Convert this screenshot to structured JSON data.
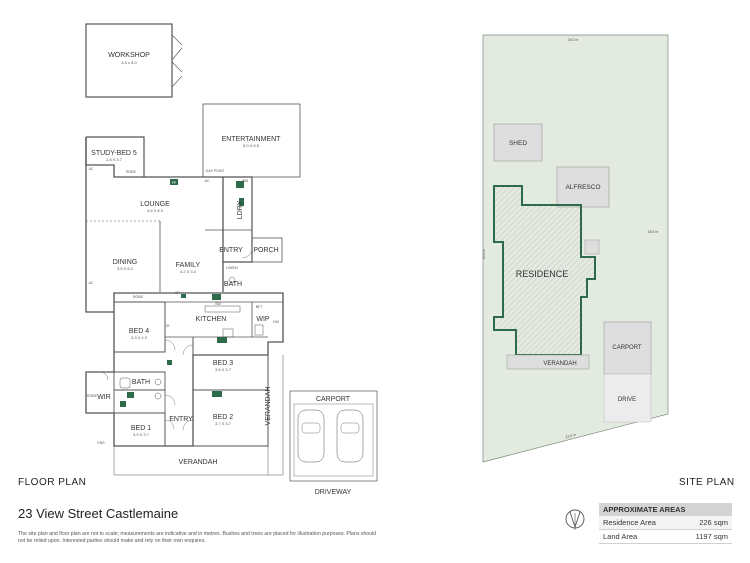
{
  "floor_plan": {
    "title": "FLOOR PLAN",
    "rooms": {
      "workshop": {
        "label": "WORKSHOP",
        "dim": "4.5 x 6.0"
      },
      "entertainment": {
        "label": "ENTERTAINMENT",
        "dim": "5.0 X 6.5"
      },
      "study": {
        "label": "STUDY-BED 5",
        "dim": "2.8 X 3.7"
      },
      "lounge": {
        "label": "LOUNGE",
        "dim": "4.6 X 6.0"
      },
      "dining": {
        "label": "DINING",
        "dim": "3.5 X 5.2"
      },
      "family": {
        "label": "FAMILY",
        "dim": "4.2 X 3.4"
      },
      "entry_top": {
        "label": "ENTRY"
      },
      "porch": {
        "label": "PORCH"
      },
      "lndry": {
        "label": "LDRY"
      },
      "linen": {
        "label": "LINEN"
      },
      "bath_top": {
        "label": "BATH"
      },
      "kitchen": {
        "label": "KITCHEN"
      },
      "wip": {
        "label": "WIP"
      },
      "bed4": {
        "label": "BED 4",
        "dim": "3.3 X 4.2"
      },
      "bed3": {
        "label": "BED 3",
        "dim": "3.8 X 3.7"
      },
      "bath_bottom": {
        "label": "BATH"
      },
      "wir": {
        "label": "WIR"
      },
      "bed2": {
        "label": "BED 2",
        "dim": "3.7 X 3.7"
      },
      "bed1": {
        "label": "BED 1",
        "dim": "3.9 X 3.7"
      },
      "entry_bottom": {
        "label": "ENTRY"
      },
      "verandah_bottom": {
        "label": "VERANDAH"
      },
      "verandah_side": {
        "label": "VERANDAH"
      },
      "carport": {
        "label": "CARPORT"
      },
      "driveway": {
        "label": "DRIVEWAY"
      }
    },
    "tags": {
      "robe": "ROBE",
      "ac": "AC",
      "gas_point": "GAS POINT",
      "wm": "WM",
      "dw": "DW",
      "sw": "SW",
      "cr": "CR",
      "ens": "ENS",
      "bft": "BFT",
      "fp": "FP",
      "up": "UP"
    }
  },
  "site_plan": {
    "title": "SITE PLAN",
    "labels": {
      "shed": "SHED",
      "alfresco": "ALFRESCO",
      "residence": "RESIDENCE",
      "verandah": "VERANDAH",
      "carport": "CARPORT",
      "drive": "DRIVE"
    },
    "dims": {
      "top": "25.0 m",
      "right": "48.5 m",
      "left": "50.0 m",
      "bottom": "23.8 m"
    }
  },
  "address": "23 View Street Castlemaine",
  "disclaimer": "The site plan and floor plan are not to scale; measurements are indicative and in metres. Bushes and trees are placed for illustration purposes. Plans should not be relied upon. Interested parties should make and rely on their own enquires.",
  "areas": {
    "heading": "APPROXIMATE AREAS",
    "rows": [
      {
        "label": "Residence Area",
        "value": "226 sqm"
      },
      {
        "label": "Land Area",
        "value": "1197 sqm"
      }
    ]
  },
  "colors": {
    "wall": "#555555",
    "accent_green": "#2e6b4a",
    "site_fill": "#e3eadf",
    "hatch": "#cfcfcf"
  }
}
